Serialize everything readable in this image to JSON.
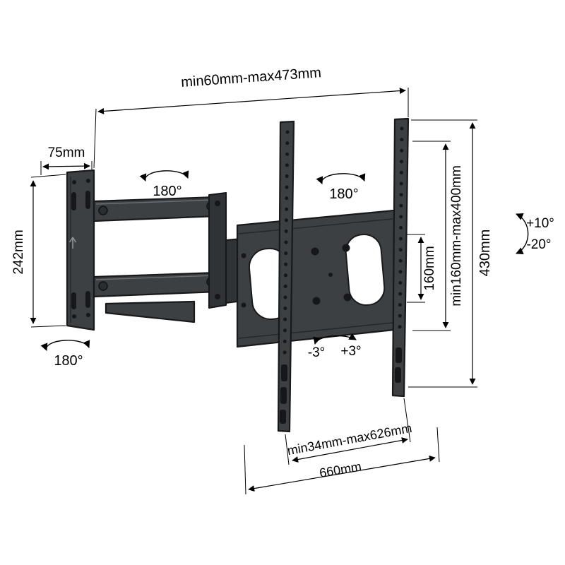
{
  "diagram": {
    "type": "tv-wall-mount-dimension-drawing",
    "dimensions": {
      "extension_range": "min60mm-max473mm",
      "wall_plate_width": "75mm",
      "wall_plate_height": "242mm",
      "vesa_hole_spacing": "160mm",
      "vesa_vertical_range": "min160mm-max400mm",
      "bracket_height": "430mm",
      "rail_horizontal_range": "min34mm-max626mm",
      "bracket_width": "660mm"
    },
    "angles": {
      "arm_swivel_left": "180°",
      "arm_swivel_right": "180°",
      "base_swivel": "180°",
      "tilt_up": "+10°",
      "tilt_down": "-20°",
      "level_adjust_left": "-3°",
      "level_adjust_right": "+3°"
    }
  }
}
